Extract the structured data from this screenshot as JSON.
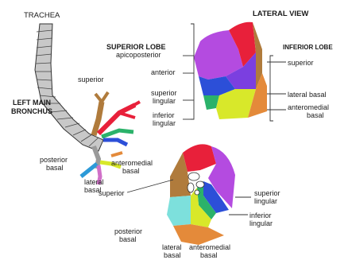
{
  "titles": {
    "trachea": "TRACHEA",
    "lateral_view": "LATERAL VIEW",
    "left_main_bronchus_line1": "LEFT MAIN",
    "left_main_bronchus_line2": "BRONCHUS",
    "superior_lobe": "SUPERIOR LOBE",
    "inferior_lobe": "INFERIOR LOBE"
  },
  "bronchial_tree_labels": {
    "superior": "superior",
    "posterior_basal_1": "posterior",
    "posterior_basal_2": "basal",
    "lateral_basal_1": "lateral",
    "lateral_basal_2": "basal",
    "anteromedial_basal_1": "anteromedial",
    "anteromedial_basal_2": "basal"
  },
  "lateral_view_labels": {
    "apicoposterior": "apicoposterior",
    "anterior": "anterior",
    "superior_lingular_1": "superior",
    "superior_lingular_2": "lingular",
    "inferior_lingular_1": "inferior",
    "inferior_lingular_2": "lingular",
    "superior": "superior",
    "lateral_basal": "lateral basal",
    "anteromedial_basal_1": "anteromedial",
    "anteromedial_basal_2": "basal"
  },
  "medial_view_labels": {
    "superior": "superior",
    "superior_lingular_1": "superior",
    "superior_lingular_2": "lingular",
    "inferior_lingular_1": "inferior",
    "inferior_lingular_2": "lingular",
    "posterior_basal_1": "posterior",
    "posterior_basal_2": "basal",
    "lateral_basal_1": "lateral",
    "lateral_basal_2": "basal",
    "anteromedial_basal_1": "anteromedial",
    "anteromedial_basal_2": "basal"
  },
  "colors": {
    "apicoposterior": "#b44be0",
    "anterior": "#7b3fe0",
    "apex": "#e8203a",
    "superior_lingular": "#2c4fd8",
    "inferior_lingular": "#2bb26a",
    "superior": "#b07b3c",
    "lateral_basal": "#e48a3a",
    "anteromedial_basal": "#d8e82a",
    "posterior_basal": "#7de0dc",
    "bronchus": "#9a9a9a"
  }
}
